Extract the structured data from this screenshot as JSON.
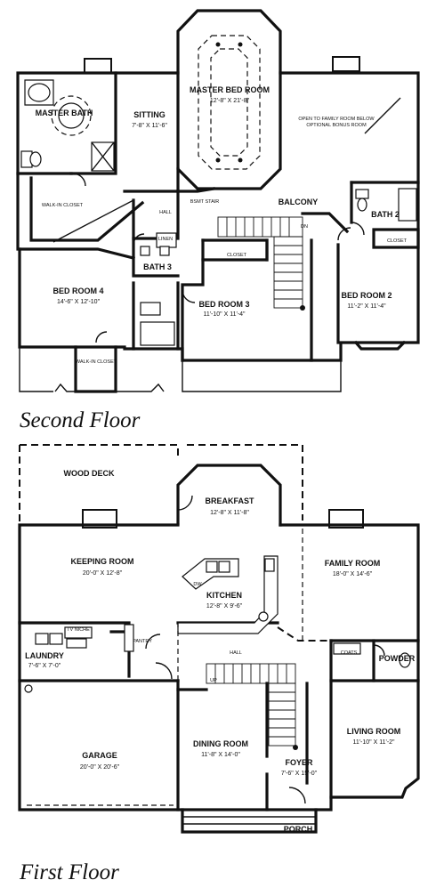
{
  "floors": {
    "second": {
      "title": "Second Floor",
      "rooms": {
        "master_bedroom": {
          "name": "MASTER BED ROOM",
          "dims": "12'-8\" X 21'-8\""
        },
        "master_bath": {
          "name": "MASTER BATH"
        },
        "sitting": {
          "name": "SITTING",
          "dims": "7'-8\" X 11'-6\""
        },
        "open_note_1": "OPEN TO FAMILY ROOM BELOW",
        "open_note_2": "OPTIONAL BONUS ROOM",
        "walk_in_closet_1": "WALK-IN CLOSET",
        "hall": "HALL",
        "linen": "LINEN",
        "bsmt_stair": "BSMT STAIR",
        "balcony": "BALCONY",
        "bath2": "BATH 2",
        "bath3": "BATH 3",
        "closet_a": "CLOSET",
        "closet_b": "CLOSET",
        "bedroom4": {
          "name": "BED ROOM 4",
          "dims": "14'-6\" X 12'-10\""
        },
        "bedroom3": {
          "name": "BED ROOM 3",
          "dims": "11'-10\" X 11'-4\""
        },
        "bedroom2": {
          "name": "BED ROOM 2",
          "dims": "11'-2\" X 11'-4\""
        },
        "walk_in_closet_2": "WALK-IN CLOSET",
        "dn": "DN"
      }
    },
    "first": {
      "title": "First Floor",
      "rooms": {
        "wood_deck": "WOOD DECK",
        "breakfast": {
          "name": "BREAKFAST",
          "dims": "12'-8\" X 11'-8\""
        },
        "keeping": {
          "name": "KEEPING ROOM",
          "dims": "20'-0\" X 12'-8\""
        },
        "family": {
          "name": "FAMILY ROOM",
          "dims": "18'-0\" X 14'-6\""
        },
        "kitchen": {
          "name": "KITCHEN",
          "dims": "12'-8\" X 9'-6\""
        },
        "dw": "DW",
        "tv_niche": "TV NICHE",
        "pantry": "PANTRY",
        "laundry": {
          "name": "LAUNDRY",
          "dims": "7'-6\" X 7'-0\""
        },
        "hall": "HALL",
        "coats": "COATS",
        "powder": "POWDER",
        "garage": {
          "name": "GARAGE",
          "dims": "20'-0\" X 20'-6\""
        },
        "dining": {
          "name": "DINING ROOM",
          "dims": "11'-8\" X 14'-0\""
        },
        "living": {
          "name": "LIVING ROOM",
          "dims": "11'-10\" X 11'-2\""
        },
        "foyer": {
          "name": "FOYER",
          "dims": "7'-6\" X 15'-0\""
        },
        "porch": "PORCH",
        "up": "UP"
      }
    }
  }
}
